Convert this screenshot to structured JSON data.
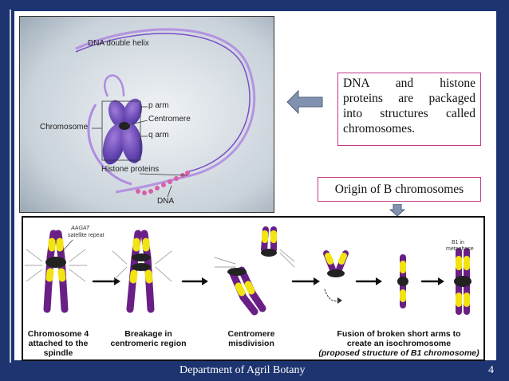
{
  "top_figure": {
    "labels": {
      "dna_double_helix": "DNA double helix",
      "p_arm": "p arm",
      "centromere": "Centromere",
      "chromosome": "Chromosome",
      "q_arm": "q arm",
      "histone_proteins": "Histone proteins",
      "dna": "DNA"
    }
  },
  "text_box": {
    "lines": [
      "DNA and histone",
      "proteins are packaged",
      "into structures called",
      "chromosomes."
    ]
  },
  "origin_box": {
    "label": "Origin of B chromosomes"
  },
  "bottom_figure": {
    "aagat": "AAGAT",
    "satellite": "satellite repeat",
    "b1_in": "B1 in",
    "metaphase": "metaphase",
    "captions": {
      "c1_line1": "Chromosome 4",
      "c1_line2": "attached to the",
      "c1_line3": "spindle",
      "c2_line1": "Breakage in",
      "c2_line2": "centromeric region",
      "c3_line1": "Centromere",
      "c3_line2": "misdivision",
      "c4_line1": "Fusion of broken short arms to",
      "c4_line2": "create an isochromosome",
      "c4_line3": "(proposed structure of B1 chromosome)"
    }
  },
  "footer": {
    "department": "Department of Agril Botany",
    "page_number": "4"
  },
  "colors": {
    "background": "#1d3470",
    "chromosome_purple": "#6a1f86",
    "band_yellow": "#f2e312",
    "box_border": "#c23a8a"
  }
}
